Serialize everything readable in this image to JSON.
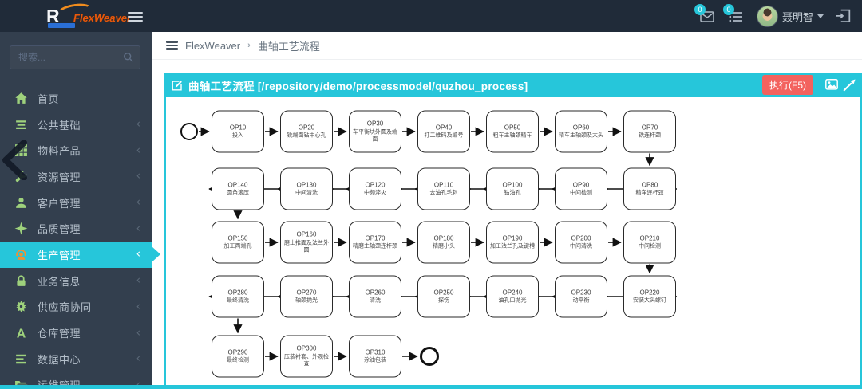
{
  "topbar": {
    "logo_letter": "R",
    "brand": "FlexWeaver",
    "message_badge": "0",
    "task_badge": "0",
    "username": "聂明智"
  },
  "sidebar": {
    "search_placeholder": "搜索...",
    "items": [
      {
        "key": "home",
        "label": "首页",
        "chevron": false,
        "active": false
      },
      {
        "key": "common",
        "label": "公共基础",
        "chevron": true,
        "active": false
      },
      {
        "key": "material",
        "label": "物料产品",
        "chevron": true,
        "active": false
      },
      {
        "key": "resource",
        "label": "资源管理",
        "chevron": true,
        "active": false
      },
      {
        "key": "customer",
        "label": "客户管理",
        "chevron": true,
        "active": false
      },
      {
        "key": "quality",
        "label": "品质管理",
        "chevron": true,
        "active": false
      },
      {
        "key": "production",
        "label": "生产管理",
        "chevron": true,
        "active": true
      },
      {
        "key": "business",
        "label": "业务信息",
        "chevron": true,
        "active": false
      },
      {
        "key": "supplier",
        "label": "供应商协同",
        "chevron": true,
        "active": false
      },
      {
        "key": "warehouse",
        "label": "仓库管理",
        "chevron": true,
        "active": false
      },
      {
        "key": "datacenter",
        "label": "数据中心",
        "chevron": true,
        "active": false
      },
      {
        "key": "ops",
        "label": "运维管理",
        "chevron": true,
        "active": false
      }
    ]
  },
  "breadcrumb": {
    "app": "FlexWeaver",
    "page": "曲轴工艺流程"
  },
  "panel": {
    "title": "曲轴工艺流程 [/repository/demo/processmodel/quzhou_process]",
    "run_button": "执行(F5)"
  },
  "colors": {
    "accent_cyan": "#26c6da",
    "topbar_bg": "#202b39",
    "sidebar_bg": "#333f4e",
    "run_button_red": "#f3625e",
    "menu_icon_green": "#9ed17c",
    "active_icon_orange": "#ef9234"
  },
  "diagram": {
    "type": "flowchart",
    "title": "曲轴工艺流程",
    "nodes": [
      {
        "id": "start",
        "type": "start",
        "row": 1
      },
      {
        "id": "OP10",
        "label": "投入",
        "col": 1,
        "row": 1
      },
      {
        "id": "OP20",
        "label": "铣端面钻中心孔",
        "col": 2,
        "row": 1
      },
      {
        "id": "OP30",
        "label": "车平衡块外圆及端面",
        "col": 3,
        "row": 1
      },
      {
        "id": "OP40",
        "label": "打二维码及编号",
        "col": 4,
        "row": 1
      },
      {
        "id": "OP50",
        "label": "粗车主轴颈精车",
        "col": 5,
        "row": 1
      },
      {
        "id": "OP60",
        "label": "精车主轴颈及大头",
        "col": 6,
        "row": 1
      },
      {
        "id": "OP70",
        "label": "铣连杆颈",
        "col": 7,
        "row": 1
      },
      {
        "id": "OP80",
        "label": "精车连杆颈",
        "col": 7,
        "row": 2
      },
      {
        "id": "OP90",
        "label": "中间检测",
        "col": 6,
        "row": 2
      },
      {
        "id": "OP100",
        "label": "钻油孔",
        "col": 5,
        "row": 2
      },
      {
        "id": "OP110",
        "label": "去油孔毛刺",
        "col": 4,
        "row": 2
      },
      {
        "id": "OP120",
        "label": "中频淬火",
        "col": 3,
        "row": 2
      },
      {
        "id": "OP130",
        "label": "中间清洗",
        "col": 2,
        "row": 2
      },
      {
        "id": "OP140",
        "label": "圆角滚压",
        "col": 1,
        "row": 2
      },
      {
        "id": "OP150",
        "label": "加工两端孔",
        "col": 1,
        "row": 3
      },
      {
        "id": "OP160",
        "label": "磨止推面及法兰外圆",
        "col": 2,
        "row": 3
      },
      {
        "id": "OP170",
        "label": "精磨主轴颈连杆颈",
        "col": 3,
        "row": 3
      },
      {
        "id": "OP180",
        "label": "精磨小头",
        "col": 4,
        "row": 3
      },
      {
        "id": "OP190",
        "label": "加工法兰孔及键槽",
        "col": 5,
        "row": 3
      },
      {
        "id": "OP200",
        "label": "中间清洗",
        "col": 6,
        "row": 3
      },
      {
        "id": "OP210",
        "label": "中间检测",
        "col": 7,
        "row": 3
      },
      {
        "id": "OP220",
        "label": "安装大头螺钉",
        "col": 7,
        "row": 4
      },
      {
        "id": "OP230",
        "label": "动平衡",
        "col": 6,
        "row": 4
      },
      {
        "id": "OP240",
        "label": "油孔口抛光",
        "col": 5,
        "row": 4
      },
      {
        "id": "OP250",
        "label": "探伤",
        "col": 4,
        "row": 4
      },
      {
        "id": "OP260",
        "label": "清洗",
        "col": 3,
        "row": 4
      },
      {
        "id": "OP270",
        "label": "轴颈抛光",
        "col": 2,
        "row": 4
      },
      {
        "id": "OP280",
        "label": "最终清洗",
        "col": 1,
        "row": 4
      },
      {
        "id": "OP290",
        "label": "最终检测",
        "col": 1,
        "row": 5
      },
      {
        "id": "OP300",
        "label": "压装衬套、外观检查",
        "col": 2,
        "row": 5
      },
      {
        "id": "OP310",
        "label": "涂油包装",
        "col": 3,
        "row": 5
      },
      {
        "id": "end",
        "type": "end",
        "row": 5
      }
    ],
    "edges": [
      [
        "start",
        "OP10"
      ],
      [
        "OP10",
        "OP20"
      ],
      [
        "OP20",
        "OP30"
      ],
      [
        "OP30",
        "OP40"
      ],
      [
        "OP40",
        "OP50"
      ],
      [
        "OP50",
        "OP60"
      ],
      [
        "OP60",
        "OP70"
      ],
      [
        "OP70",
        "OP80"
      ],
      [
        "OP80",
        "OP90"
      ],
      [
        "OP90",
        "OP100"
      ],
      [
        "OP100",
        "OP110"
      ],
      [
        "OP110",
        "OP120"
      ],
      [
        "OP120",
        "OP130"
      ],
      [
        "OP130",
        "OP140"
      ],
      [
        "OP140",
        "OP150"
      ],
      [
        "OP150",
        "OP160"
      ],
      [
        "OP160",
        "OP170"
      ],
      [
        "OP170",
        "OP180"
      ],
      [
        "OP180",
        "OP190"
      ],
      [
        "OP190",
        "OP200"
      ],
      [
        "OP200",
        "OP210"
      ],
      [
        "OP210",
        "OP220"
      ],
      [
        "OP220",
        "OP230"
      ],
      [
        "OP230",
        "OP240"
      ],
      [
        "OP240",
        "OP250"
      ],
      [
        "OP250",
        "OP260"
      ],
      [
        "OP260",
        "OP270"
      ],
      [
        "OP270",
        "OP280"
      ],
      [
        "OP280",
        "OP290"
      ],
      [
        "OP290",
        "OP300"
      ],
      [
        "OP300",
        "OP310"
      ],
      [
        "OP310",
        "end"
      ]
    ]
  }
}
